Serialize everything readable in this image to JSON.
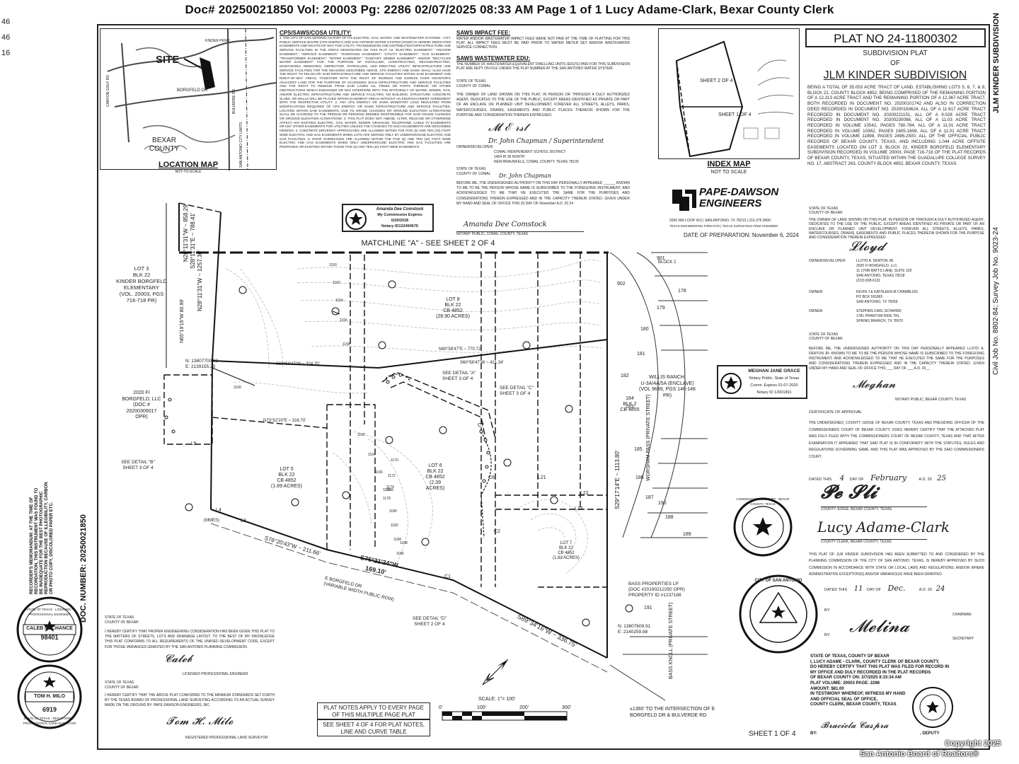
{
  "header": {
    "text": "Doc# 20250021850 Vol: 20003   Pg: 2286 02/07/2025 08:33 AM Page 1 of 1 Lucy Adame-Clark, Bexar County Clerk"
  },
  "margin_marks": {
    "a": "46",
    "b": "46",
    "c": "16"
  },
  "plat": {
    "number": "PLAT NO 24-11800302",
    "subtitle": "SUBDIVISION PLAT",
    "of": "OF",
    "name": "JLM KINDER SUBDIVISION",
    "description": "BEING A TOTAL OF 35.053 ACRE TRACT OF LAND, ESTABLISHING LOTS 5, 6, 7, & 8, BLOCK 22, COUNTY BLOCK 4852, BEING COMPRISED OF THE REMAINING PORTION OF A 12.313 ACRE TRACT AND THE REMAINING PORTION OF A 12.367 ACRE TRACT, BOTH RECORDED IN DOCUMENT NO. 20200101742 AND ALSO IN CORRECTION DEED RECORDED IN DOCUMENT NO. 20200193624, ALL OF A 11.617 ACRE TRACT RECORDED IN DOCUMENT NO. 20200221151, ALL OF A 9.028 ACRE TRACT RECORDED IN DOCUMENT NO. 20200230098, ALL OF A 11.03 ACRE TRACT RECORDED IN VOLUME 10542, PAGES 780-784, ALL OF A 11.01 ACRE TRACT RECORDED IN VOLUME 10362, PAGES 1605-1608, ALL OF A 11.01 ACRE TRACT RECORDED IN VOLUME 11998, PAGES 2496-2500, ALL OF THE OFFICIAL PUBLIC RECORDS OF BEXAR COUNTY, TEXAS, AND INCLUDING 1.044 ACRE OFFSITE EASEMENTS LOCATED ON LOT 3, BLOCK 22, KINDER BORGFELD ELEMENTARY SUBDIVISION RECORDED IN VOLUME 20003, PAGE 716-718 OF THE PLAT RECORDS OF BEXAR COUNTY, TEXAS, SITUATED WITHIN THE GUADALUPE COLLEGE SURVEY NO. 17, ABSTRACT 263, COUNTY BLOCK 4852, BEXAR COUNTY, TEXAS.",
    "side_title": "JLM KINDER SUBDIVISION",
    "side_job": "Civil Job No. 8802-84; Survey Job No. 9023-24"
  },
  "engineer": {
    "name_line1": "PAPE-DAWSON",
    "name_line2": "ENGINEERS",
    "address": "2000 NW LOOP 410 | SAN ANTONIO, TX 78213 | 210.375.9000",
    "firm": "TEXAS ENGINEERING FIRM #470 | TEXAS SURVEYING FIRM #10028800",
    "date_of_prep": "DATE OF PREPARATION: November 6, 2024"
  },
  "location_map": {
    "title": "LOCATION MAP",
    "scale": "NOT-TO-SCALE",
    "site": "SITE",
    "county": "BEXAR COUNTY",
    "roads": {
      "kinder": "KINDER PKWY",
      "canyon": "CANYON GOLF RD",
      "bulverde": "BULVERDE RD",
      "borgfeld": "BORGFELD DR",
      "cityline": "SAN ANTONIO CITY LIMITS"
    }
  },
  "index_map": {
    "title": "INDEX MAP",
    "scale": "NOT TO SCALE",
    "sheet2": "SHEET 2 OF 4",
    "sheet1": "SHEET 1 OF 4"
  },
  "cps_notes": {
    "title": "CPS/SAWS/COSA UTILITY:",
    "body": "1. THE CITY OF SAN ANTONIO AS PART OF ITS ELECTRIC, GAS, WATER, AND WASTEWATER SYSTEMS - CITY PUBLIC SERVICE BOARD (CPS ENERGY) AND SAN ANTONIO WATER SYSTEM (SAWS) IS HEREBY DEDICATED EASEMENTS AND RIGHTS-OF-WAY FOR UTILITY, TRANSMISSION AND DISTRIBUTION INFRASTRUCTURE AND SERVICE FACILITIES IN THE AREAS DESIGNATED ON THIS PLAT AS \"ELECTRIC EASEMENT,\" \"ANCHOR EASEMENT,\" \"SERVICE EASEMENT,\" \"OVERHANG EASEMENT,\" \"UTILITY EASEMENT,\" \"GAS EASEMENT,\" \"TRANSFORMER EASEMENT,\" \"WATER EASEMENT,\" \"SANITARY SEWER EASEMENT\" AND/OR \"RECYCLED WATER EASEMENT\" FOR THE PURPOSE OF INSTALLING, CONSTRUCTING, RECONSTRUCTING, MAINTAINING, REMOVING, INSPECTING, PATROLLING, AND ERECTING UTILITY INFRASTRUCTURE AND SERVICE FACILITIES FOR THE REASONS DESCRIBED ABOVE. CPS ENERGY AND SAWS SHALL ALSO HAVE THE RIGHT TO RELOCATE SAID INFRASTRUCTURE AND SERVICE FACILITIES WITHIN SAID EASEMENT AND RIGHT-OF-WAY AREAS, TOGETHER WITH THE RIGHT OF INGRESS AND EGRESS OVER GRANTOR'S ADJACENT LAND FOR THE PURPOSE OF ACCESSING SUCH INFRASTRUCTURE AND SERVICE FACILITIES AND THE RIGHT TO REMOVE FROM SAID LANDS ALL TREES OR PARTS THEREOF, OR OTHER OBSTRUCTIONS WHICH ENDANGER OR MAY INTERFERE WITH THE EFFICIENCY OF WATER, SEWER, GAS, AND/OR ELECTRIC INFRASTRUCTURE AND SERVICE FACILITIES. NO BUILDING, STRUCTURE, CONCRETE SLABS, OR WALLS WILL BE PLACED WITHIN EASEMENT AREAS WITHOUT AN ENCROACHMENT AGREEMENT WITH THE RESPECTIVE UTILITY. 2. ANY CPS ENERGY OR SAWS MONETARY LOSS RESULTING FROM MODIFICATIONS REQUIRED OF CPS ENERGY OR SAWS INFRASTRUCTURE AND SERVICE FACILITIES, LOCATED WITHIN SAID EASEMENTS, DUE TO GRADE CHANGES OR GROUND ELEVATION ALTERATIONS SHALL BE CHARGED TO THE PERSON OR PERSONS DEEMED RESPONSIBLE FOR SAID GRADE CHANGES OR GROUND ELEVATION ALTERATIONS. 3. THIS PLAT DOES NOT AMEND, ALTER, RELEASE OR OTHERWISE AFFECT ANY EXISTING ELECTRIC, GAS, WATER, SEWER, DRAINAGE, TELEPHONE, CABLE TV EASEMENTS OR ANY OTHER EASEMENTS FOR UTILITIES UNLESS THE CHANGES TO SUCH EASEMENTS ARE DESCRIBED HEREON. 4. CONCRETE DRIVEWAY APPROACHES ARE ALLOWED WITHIN THE FIVE (5) AND TEN (10) FOOT WIDE ELECTRIC AND GAS EASEMENTS WHEN LOTS ARE SERVED ONLY BY UNDERGROUND ELECTRIC AND GAS FACILITIES. 5. ROOF OVERHANGS ARE ALLOWED WITHIN THE FIVE (5) AND TEN (10) FOOT WIDE ELECTRIC AND GAS EASEMENTS WHEN ONLY UNDERGROUND ELECTRIC AND GAS FACILITIES ARE PROPOSED OR EXISTING WITHIN THOSE FIVE (5) AND TEN (10) FOOT WIDE EASEMENTS."
  },
  "saws_fee": {
    "title": "SAWS IMPACT FEE:",
    "body": "WATER AND/OR WASTEWATER IMPACT FEES WERE NOT PAID AT THE TIME OF PLATTING FOR THIS PLAT. ALL IMPACT FEES MUST BE PAID PRIOR TO WATER METER SET AND/OR WASTEWATER SERVICE CONNECTION.",
    "edu_title": "SAWS WASTEWATER EDU:",
    "edu_body": "THE NUMBER OF WASTEWATER EQUIVALENT DWELLING UNITS (EDU'S) PAID FOR THIS SUBDIVISION PLAT ARE KEPT ON FILE UNDER THE PLAT NUMBER AT THE SAN ANTONIO WATER SYSTEM."
  },
  "comal_owner": {
    "state": "STATE OF TEXAS",
    "county": "COUNTY OF COMAL",
    "body": "THE OWNER OF LAND SHOWN ON THIS PLAT, IN PERSON OR THROUGH A DULY AUTHORIZED AGENT, DEDICATES TO THE USE OF THE PUBLIC, EXCEPT AREAS IDENTIFIED AS PRIVATE OR PART OF AN ENCLAVE OR PLANNED UNIT DEVELOPMENT, FOREVER ALL STREETS, ALLEYS, PARKS, WATERCOURSES, DRAINS, EASEMENTS AND PUBLIC PLACES THEREON SHOWN FOR THE PURPOSE AND CONSIDERATION THEREIN EXPRESSED.",
    "signer": "Dr. John Chapman / Superintendent",
    "owner_label": "OWNER/DEVELOPER:",
    "entity": "COMAL INDEPENDENT SCHOOL DISTRICT",
    "addr1": "1404 IH 35 NORTH",
    "addr2": "NEW BRAUNFELS, COMAL COUNTY, TEXAS 78130",
    "state2": "STATE OF TEXAS",
    "county2": "COUNTY OF COMAL",
    "printed_name": "Dr. John Chapman",
    "ack": "BEFORE ME, THE UNDERSIGNED AUTHORITY ON THIS DAY PERSONALLY APPEARED ______ KNOWN TO ME TO BE THE PERSON WHOSE NAME IS SUBSCRIBED TO THE FOREGOING INSTRUMENT, AND ACKNOWLEDGED TO ME THAT HE EXECUTED THE SAME FOR THE PURPOSES AND CONSIDERATIONS THEREIN EXPRESSED AND IN THE CAPACITY THEREIN STATED. GIVEN UNDER MY HAND AND SEAL OF OFFICE THIS 20 DAY OF November A.D. 20 24",
    "notary_sig": "Amanda Dee Comstock",
    "notary_label": "NOTARY PUBLIC, COMAL COUNTY, TEXAS",
    "stamp_name": "Amanda Dee Comstock",
    "stamp_l2": "My Commission Expires",
    "stamp_l3": "5/29/2028",
    "stamp_l4": "Notary ID132494576"
  },
  "bexar_owner": {
    "state": "STATE OF TEXAS",
    "county": "COUNTY OF BEXAR",
    "body": "THE OWNER OF LAND SHOWN ON THIS PLAT, IN PERSON OR THROUGH A DULY AUTHORIZED AGENT, DEDICATES TO THE USE OF THE PUBLIC, EXCEPT AREAS IDENTIFIED AS PRIVATE OR PART OF AN ENCLAVE OR PLANNED UNIT DEVELOPMENT, FOREVER ALL STREETS, ALLEYS, PARKS, WATERCOURSES, DRAINS, EASEMENTS AND PUBLIC PLACES THEREON SHOWN FOR THE PURPOSE AND CONSIDERATION THEREIN EXPRESSED.",
    "owner1_label": "OWNER/DEVELOPER:",
    "owner1": [
      "LLOYD A. DENTON JR.",
      "2020 FI BORGFELD, LLC",
      "11 LYNN BATTS LANE, SUITE 100",
      "SAN ANTONIO, TEXAS 78218",
      "(210) 828-6131"
    ],
    "owner2_label": "OWNER:",
    "owner2": [
      "KEVIN J & KATHLEEN M CHAMBLISS",
      "PO BOX 591865",
      "SAN ANTONIO, TX 78259"
    ],
    "owner3_label": "OWNER:",
    "owner3": [
      "STEPHEN CARL SCHAPER",
      "1781 PHANTOM RIDE TRL",
      "SPRING BRANCH, TX 78070"
    ],
    "state2": "STATE OF TEXAS",
    "county2": "COUNTY OF BEXAR",
    "ack": "BEFORE ME, THE UNDERSIGNED AUTHORITY ON THIS DAY PERSONALLY APPEARED LLOYD A. DENTON JR. KNOWN TO ME TO BE THE PERSON WHOSE NAME IS SUBSCRIBED TO THE FOREGOING INSTRUMENT, AND ACKNOWLEDGED TO ME THAT HE EXECUTED THE SAME FOR THE PURPOSES AND CONSIDERATIONS THEREIN EXPRESSED AND IN THE CAPACITY THEREIN STATED. GIVEN UNDER MY HAND AND SEAL OF OFFICE THIS ___ DAY OF ___ A.D. 20__",
    "notary_label": "NOTARY PUBLIC, BEXAR COUNTY, TEXAS",
    "stamp_name": "MEGHAN JANE GRACE",
    "stamp_l2": "Notary Public, State of Texas",
    "stamp_l3": "Comm. Expires 01-07-2025",
    "stamp_l4": "Notary ID 12001891"
  },
  "commissioners": {
    "title": "CERTIFICATE OF APPROVAL",
    "body": "THE UNDERSIGNED, COUNTY JUDGE OF BEXAR COUNTY, TEXAS AND PRESIDING OFFICER OF THE COMMISSIONERS COURT OF BEXAR COUNTY, DOES HEREBY CERTIFY THAT THE ATTACHED PLAT WAS DULY FILED WITH THE COMMISSIONERS COURT OF BEXAR COUNTY, TEXAS AND THAT AFTER EXAMINATION IT APPEARED THAT SAID PLAT IS IN CONFORMITY WITH THE STATUTES, RULES AND REGULATIONS GOVERNING SAME, AND THIS PLAT WAS APPROVED BY THE SAID COMMISSIONERS COURT.",
    "dated": "DATED THIS",
    "day": "4",
    "day_of": "DAY OF",
    "month": "February",
    "ad": "A.D. 20",
    "year": "25",
    "judge_label": "COUNTY JUDGE, BEXAR COUNTY, TEXAS",
    "clerk_sig": "Lucy Adame-Clark",
    "clerk_label": "COUNTY CLERK, BEXAR COUNTY, TEXAS",
    "seal_text": "COMMISSIONERS COURT · BEXAR COUNTY, TEXAS"
  },
  "planning": {
    "body": "THIS PLAT OF JLM KINDER SUBDIVISION HAS BEEN SUBMITTED TO AND CONSIDERED BY THE PLANNING COMMISSION OF THE CITY OF SAN ANTONIO, TEXAS, IS HEREBY APPROVED BY SUCH COMMISSION IN ACCORDANCE WITH STATE OR LOCAL LAWS AND REGULATIONS; AND/OR WHERE ADMINISTRATIVE EXCEPTION(S) AND/OR VARIANCE(S) HAVE BEEN GRANTED.",
    "dated": "DATED THIS",
    "day": "11",
    "day_of": "DAY OF",
    "month": "Dec.",
    "ad": "A.D. 20",
    "year": "24",
    "by1": "BY:",
    "chairman": "CHAIRMAN",
    "by2": "BY:",
    "secretary": "SECRETARY",
    "seal_text": "CITY OF SAN ANTONIO"
  },
  "clerk_cert": {
    "lines": [
      "STATE OF TEXAS, COUNTY OF BEXAR",
      "I, LUCY ADAME - CLARK, COUNTY CLERK OF BEXAR COUNTY,",
      "DO HEREBY CERTIFY THAT THIS PLAT WAS FILED FOR RECORD IN",
      "MY OFFICE AND DULY RECORDED IN THE PLAT RECORDS",
      "OF BEXAR COUNTY ON: 2/7/2025 8:33:34 AM",
      "PLAT VOLUME: 20003 PAGE: 2286",
      "AMOUNT: $81.00",
      "IN TESTIMONY WHEREOF, WITNESS MY HAND",
      "AND OFFICIAL SEAL OF OFFICE,",
      "COUNTY CLERK, BEXAR COUNTY, TEXAS"
    ],
    "by": "BY:",
    "deputy": ", DEPUTY",
    "sheet": "SHEET 1 OF 4"
  },
  "surveyor": {
    "state": "STATE OF TEXAS",
    "county": "COUNTY OF BEXAR",
    "eng_body": "I HEREBY CERTIFY THAT PROPER ENGINEERING CONSIDERATION HAS BEEN GIVEN THIS PLAT TO THE MATTERS OF STREETS, LOTS AND DRAINAGE LAYOUT. TO THE BEST OF MY KNOWLEDGE THIS PLAT CONFORMS TO ALL REQUIREMENTS OF THE UNIFIED DEVELOPMENT CODE, EXCEPT FOR THOSE VARIANCES GRANTED BY THE SAN ANTONIO PLANNING COMMISSION.",
    "eng_label": "LICENSED PROFESSIONAL ENGINEER",
    "state2": "STATE OF TEXAS",
    "county2": "COUNTY OF BEXAR",
    "surv_body": "I HEREBY CERTIFY THAT THE ABOVE PLAT CONFORMS TO THE MINIMUM STANDARDS SET FORTH BY THE TEXAS BOARD OF PROFESSIONAL LAND SURVEYING ACCORDING TO AN ACTUAL SURVEY MADE ON THE GROUND BY: PAPE-DAWSON ENGINEERS, INC.",
    "surv_label": "REGISTERED PROFESSIONAL LAND SURVEYOR"
  },
  "seals": {
    "pe_name": "CALEB M. CHANCE",
    "pe_num": "98401",
    "pe_ring": "STATE OF TEXAS · LICENSED · PROFESSIONAL ENGINEER",
    "rpls_name": "TOM H. MILO",
    "rpls_num": "6919",
    "rpls_ring": "STATE OF TEXAS · REGISTERED · PROFESSIONAL LAND SURVEYOR"
  },
  "left_margin": {
    "memo": "RECORDER'S MEMORANDUM: AT THE TIME OF RECORDATION, THIS INSTRUMENT WAS FOUND TO BE INADEQUATE FOR THE BEST PHOTOGRAPHIC REPRODUCTION BECAUSE OF ILLEGIBILITY, CARBON OR PHOTO COPY, DISCOLORED PAPER ETC.",
    "doc_number": "DOC. NUMBER: 20250021850"
  },
  "plan": {
    "matchline": "MATCHLINE \"A\" - SEE SHEET 2 OF 4",
    "lot3": [
      "LOT 3",
      "BLK 22",
      "KINDER BORGFELD",
      "ELEMENTARY",
      "(VOL. 20003, PGS",
      "716-718 PR)"
    ],
    "lot8": [
      "LOT 8",
      "BLK 22",
      "CB 4852",
      "(28.90 ACRES)"
    ],
    "lot5": [
      "LOT 5",
      "BLK 22",
      "CB 4852",
      "(1.89 ACRES)"
    ],
    "lot6": [
      "LOT 6",
      "BLK 22",
      "CB 4852",
      "(2.39",
      "ACRES)"
    ],
    "lot7": [
      "LOT 7",
      "BLK 22",
      "CB 4852",
      "(1.83 ACRES)"
    ],
    "borgfeld_llc": [
      "2020 FI",
      "BORGFELD, LLC",
      "(DOC #",
      "20200306017",
      "OPR)"
    ],
    "willis": [
      "WILLIS RANCH,",
      "U-3A/4A/5A (ENCLAVE)",
      "(VOL 9689, PGS 146-148",
      "PR)"
    ],
    "bass": [
      "BASS PROPERTIES LP",
      "(DOC #20190212250 OPR)",
      "PROPERTY ID #1237188"
    ],
    "block2": [
      "184",
      "BLK 2",
      "CB 4855"
    ],
    "coord1": [
      "N: 13807700.93",
      "E: 2139155.20"
    ],
    "coord2": [
      "N: 13807609.91",
      "E: 2140259.88"
    ],
    "street": [
      "E BORGFELD DR",
      "(VARIABLE WIDTH PUBLIC ROW)"
    ],
    "worsham": "WORSHAM PASS (PRIVATE STREET)",
    "bassknoll": "BASS KNOLL (PRIVATE STREET)",
    "see_a": [
      "SEE DETAIL \"A\"",
      "SHEET 3 OF 4"
    ],
    "see_b": [
      "SEE DETAIL \"B\"",
      "SHEET 3 OF 4"
    ],
    "see_c": [
      "SEE DETAIL \"C\"",
      "SHEET 3 OF 4"
    ],
    "see_d": [
      "SEE DETAIL \"D\"",
      "SHEET 2 OF 4"
    ],
    "bearing1": "S76°20'43\"W ~ 211.66'",
    "bearing2": "S76°21'24\"W",
    "bearing2b": "169.10'",
    "bearing3": "S89°34'16\"W ~ 336.75'",
    "bearing4": "S29°17'14\"E ~ 1113.80'",
    "bearing5": "N73°52'20\"E ~ 316.70'",
    "bearing6": "N60°58'47\"E ~ 770.72'",
    "bearing7": "S60°58'47\"W ~ 324.70'",
    "bearing8": "S60°58'47\"W ~ 421.34'",
    "bearing9": "N28°11'31\"W ~ 858.29'",
    "bearing10": "S28°11'31\"E ~ 788.41'",
    "bearing11": "N28°11'31\"W ~ 1257.30'",
    "bearing12": "N65°19'15\"W 80.99'",
    "intersection": "±1360' TO THE INTERSECTION OF E BORGFELD DR & BULVERDE RD",
    "lot_nums": [
      "902",
      "901",
      "178",
      "179",
      "180",
      "181",
      "182",
      "183",
      "185",
      "186",
      "187",
      "188",
      "189",
      "190",
      "191"
    ],
    "block2b": "BLOCK 2",
    "elevs": [
      "1150",
      "1152",
      "1154",
      "1156",
      "1158",
      "1160",
      "1162",
      "1164",
      "1166",
      "1168",
      "1170",
      "1172",
      "1174",
      "1176",
      "1178",
      "1180",
      "1182",
      "1184",
      "1186",
      "1188"
    ],
    "mmes": "(MMES)",
    "lines": [
      "L3",
      "L4",
      "L5",
      "L21",
      "L22",
      "L23",
      "C1",
      "C2",
      "C7",
      "C8"
    ]
  },
  "notes_box": {
    "a": "PLAT NOTES APPLY TO EVERY PAGE OF THIS MULTIPLE PAGE PLAT",
    "b": "SEE SHEET 4 OF 4 FOR PLAT NOTES, LINE AND CURVE TABLE"
  },
  "scale": {
    "labels": [
      "0'",
      "100'",
      "200'",
      "300'"
    ],
    "text": "SCALE: 1\"= 100'"
  },
  "watermark": {
    "l1": "Copyright 2025",
    "l2": "San Antonio Board of Realtors®"
  }
}
